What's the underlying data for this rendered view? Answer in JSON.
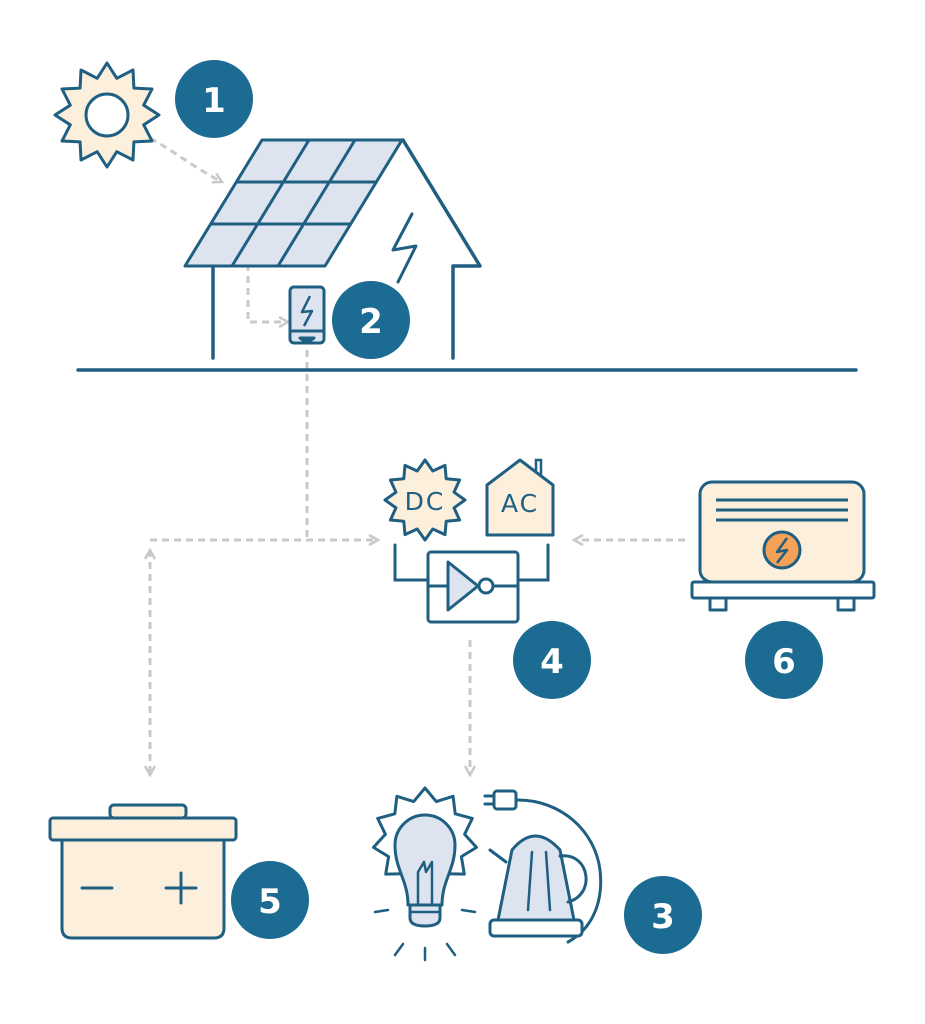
{
  "colors": {
    "stroke": "#1f5f82",
    "badge": "#1c6b93",
    "panel_fill": "#dde4f0",
    "warm_fill": "#fcefdc",
    "arrow": "#c9c9c9",
    "bolt_fill": "#f4a257"
  },
  "steps": [
    {
      "number": "1",
      "icon": "sun-icon"
    },
    {
      "number": "2",
      "icon": "charge-controller-icon"
    },
    {
      "number": "3",
      "icon": "appliances-icon"
    },
    {
      "number": "4",
      "icon": "inverter-icon"
    },
    {
      "number": "5",
      "icon": "battery-icon"
    },
    {
      "number": "6",
      "icon": "generator-icon"
    }
  ],
  "inverter": {
    "dc_label": "DC",
    "ac_label": "AC"
  }
}
